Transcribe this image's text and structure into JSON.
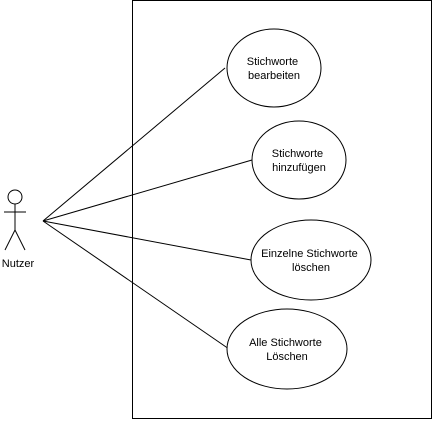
{
  "diagram": {
    "actor": {
      "label": "Nutzer"
    },
    "use_cases": [
      {
        "id": "uc1",
        "line1": "Stichworte",
        "line2": "bearbeiten"
      },
      {
        "id": "uc2",
        "line1": "Stichworte",
        "line2": "hinzufügen"
      },
      {
        "id": "uc3",
        "line1": "Einzelne Stichworte",
        "line2": "löschen"
      },
      {
        "id": "uc4",
        "line1": "Alle Stichworte",
        "line2": "Löschen"
      }
    ]
  },
  "colors": {
    "stroke": "#000000",
    "fill": "#ffffff",
    "text": "#000000"
  }
}
